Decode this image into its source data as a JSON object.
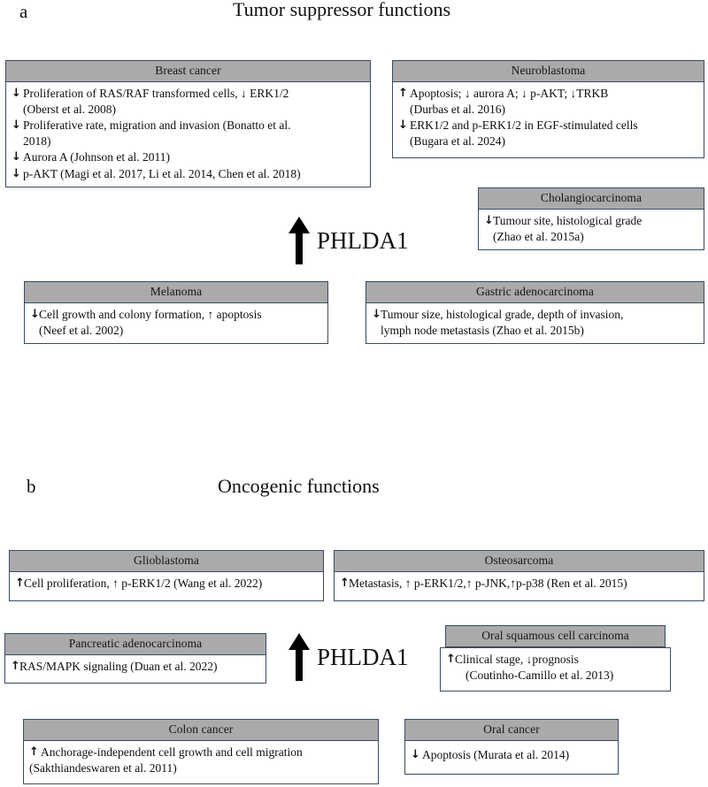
{
  "figure": {
    "panels": [
      {
        "letter": "a",
        "title": "Tumor suppressor functions",
        "center_label": "PHLDA1",
        "center_arrow": "up-arrow-icon",
        "boxes": [
          {
            "name": "breast-cancer",
            "header": "Breast cancer",
            "entries": [
              {
                "marker": "↓",
                "text": "Proliferation of RAS/RAF transformed cells, ↓ ERK1/2",
                "second_line": "(Oberst et al. 2008)"
              },
              {
                "marker": "↓",
                "text": "Proliferative rate, migration and invasion (Bonatto et al.",
                "second_line": "2018)"
              },
              {
                "marker": "↓",
                "text": "Aurora A (Johnson et al. 2011)",
                "second_line": ""
              },
              {
                "marker": "↓",
                "text": "p-AKT (Magi et al. 2017, Li et al. 2014, Chen et al. 2018)",
                "second_line": ""
              }
            ]
          },
          {
            "name": "neuroblastoma",
            "header": "Neuroblastoma",
            "entries": [
              {
                "marker": "↑",
                "text": "Apoptosis; ↓ aurora A;  ↓ p-AKT; ↓TRKB",
                "second_line": "(Durbas et al. 2016)"
              },
              {
                "marker": "↓",
                "text": "ERK1/2 and p-ERK1/2 in EGF-stimulated cells",
                "second_line": "(Bugara et al. 2024)"
              }
            ]
          },
          {
            "name": "cholangiocarcinoma",
            "header": "Cholangiocarcinoma",
            "entries": [
              {
                "marker": "↓",
                "text": "Tumour site, histological grade",
                "second_line": "(Zhao et al. 2015a)"
              }
            ]
          },
          {
            "name": "melanoma",
            "header": "Melanoma",
            "entries": [
              {
                "marker": "↓",
                "text": "Cell growth and colony formation, ↑ apoptosis",
                "second_line": "(Neef et al. 2002)"
              }
            ]
          },
          {
            "name": "gastric-adenocarcinoma",
            "header": "Gastric adenocarcinoma",
            "entries": [
              {
                "marker": "↓",
                "text": "Tumour size, histological grade, depth of invasion,",
                "second_line": "lymph node metastasis (Zhao et al. 2015b)"
              }
            ]
          }
        ]
      },
      {
        "letter": "b",
        "title": "Oncogenic functions",
        "center_label": "PHLDA1",
        "center_arrow": "up-arrow-icon",
        "boxes": [
          {
            "name": "glioblastoma",
            "header": "Glioblastoma",
            "entries": [
              {
                "marker": "↑",
                "text": "Cell proliferation, ↑ p-ERK1/2 (Wang et al. 2022)",
                "second_line": ""
              }
            ]
          },
          {
            "name": "osteosarcoma",
            "header": "Osteosarcoma",
            "entries": [
              {
                "marker": "↑",
                "text": "Metastasis, ↑ p-ERK1/2,↑ p-JNK,↑p-p38 (Ren et al. 2015)",
                "second_line": ""
              }
            ]
          },
          {
            "name": "pancreatic-adenocarcinoma",
            "header": "Pancreatic adenocarcinoma",
            "entries": [
              {
                "marker": "↑",
                "text": "RAS/MAPK signaling (Duan et al. 2022)",
                "second_line": ""
              }
            ]
          },
          {
            "name": "oral-squamous-cell-carcinoma",
            "header": "Oral squamous cell carcinoma",
            "entries": [
              {
                "marker": "↑",
                "text": "Clinical stage, ↓prognosis",
                "second_line": "(Coutinho-Camillo et al. 2013)"
              }
            ]
          },
          {
            "name": "colon-cancer",
            "header": "Colon cancer",
            "entries": [
              {
                "marker": "↑",
                "text": "Anchorage-independent cell growth and cell migration",
                "second_line": "(Sakthiandeswaren et al. 2011)"
              }
            ]
          },
          {
            "name": "oral-cancer",
            "header": "Oral cancer",
            "entries": [
              {
                "marker": "↓",
                "text": "Apoptosis (Murata et al. 2014)",
                "second_line": ""
              }
            ]
          }
        ]
      }
    ],
    "colors": {
      "header_fill": "#aaaaaa",
      "border": "#3c4a62",
      "background": "#ffffff",
      "text": "#111111"
    }
  }
}
